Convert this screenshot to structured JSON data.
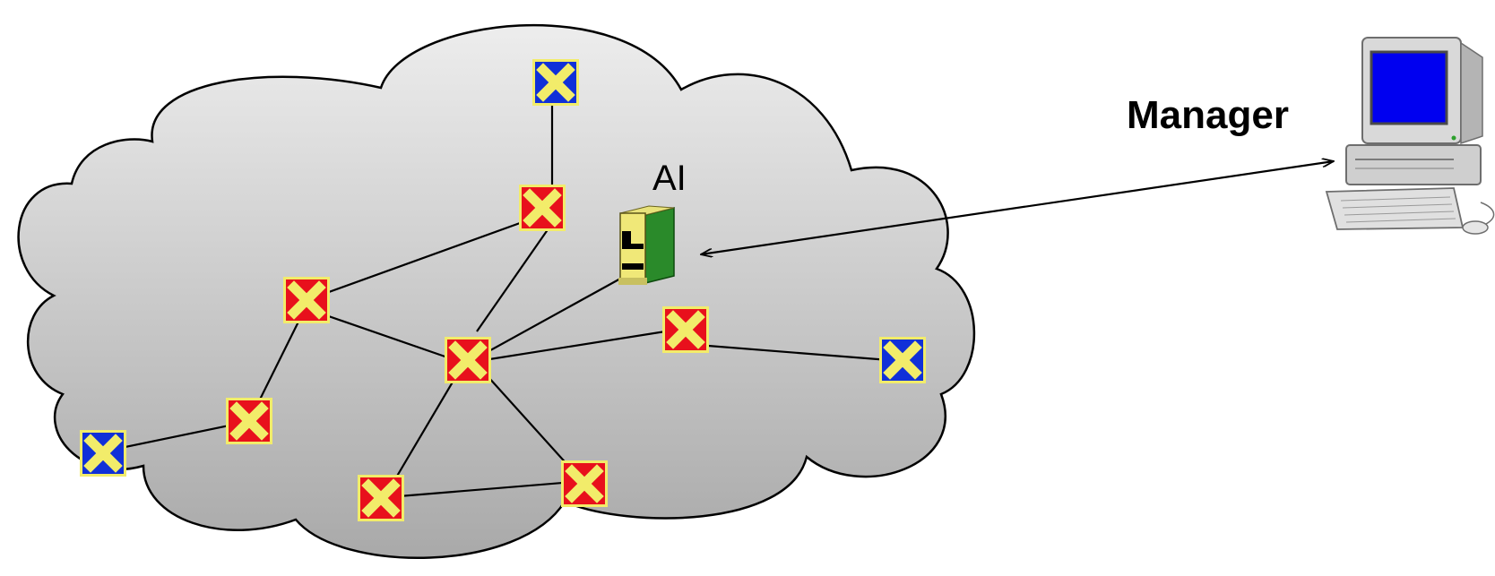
{
  "labels": {
    "ai": "AI",
    "manager": "Manager"
  },
  "legend_semantics": {
    "switch_colors": {
      "red": "#e8101c",
      "blue": "#1030d8",
      "cross": "#f2ec6a"
    }
  },
  "nodes": [
    {
      "id": "top-edge",
      "kind": "edge-switch"
    },
    {
      "id": "upper-core",
      "kind": "core-switch"
    },
    {
      "id": "left-core",
      "kind": "core-switch"
    },
    {
      "id": "center-core",
      "kind": "core-switch"
    },
    {
      "id": "lower-left-core",
      "kind": "core-switch"
    },
    {
      "id": "left-edge",
      "kind": "edge-switch"
    },
    {
      "id": "bottom-core",
      "kind": "core-switch"
    },
    {
      "id": "bottom-right-core",
      "kind": "core-switch"
    },
    {
      "id": "right-core",
      "kind": "core-switch"
    },
    {
      "id": "right-edge",
      "kind": "edge-switch"
    },
    {
      "id": "ai-agent",
      "kind": "agent"
    },
    {
      "id": "manager",
      "kind": "manager-computer"
    }
  ],
  "links": [
    [
      "top-edge",
      "upper-core"
    ],
    [
      "upper-core",
      "left-core"
    ],
    [
      "upper-core",
      "center-core"
    ],
    [
      "left-core",
      "center-core"
    ],
    [
      "left-core",
      "lower-left-core"
    ],
    [
      "lower-left-core",
      "left-edge"
    ],
    [
      "center-core",
      "bottom-core"
    ],
    [
      "center-core",
      "bottom-right-core"
    ],
    [
      "bottom-core",
      "bottom-right-core"
    ],
    [
      "center-core",
      "right-core"
    ],
    [
      "right-core",
      "right-edge"
    ],
    [
      "center-core",
      "ai-agent"
    ]
  ],
  "management_link": {
    "from": "manager",
    "to": "ai-agent",
    "direction": "bidirectional"
  }
}
